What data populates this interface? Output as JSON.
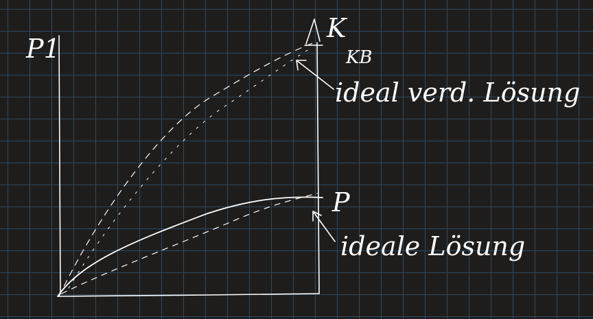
{
  "labels": {
    "y_axis": "P1",
    "top_point": "K",
    "top_point_sub": "KB",
    "top_curve_note": "ideal verd. Lösung",
    "bottom_point": "P",
    "bottom_curve_note": "ideale Lösung"
  },
  "colors": {
    "background": "#1f1d1c",
    "grid": "#2b4a63",
    "ink": "#ffffff"
  }
}
